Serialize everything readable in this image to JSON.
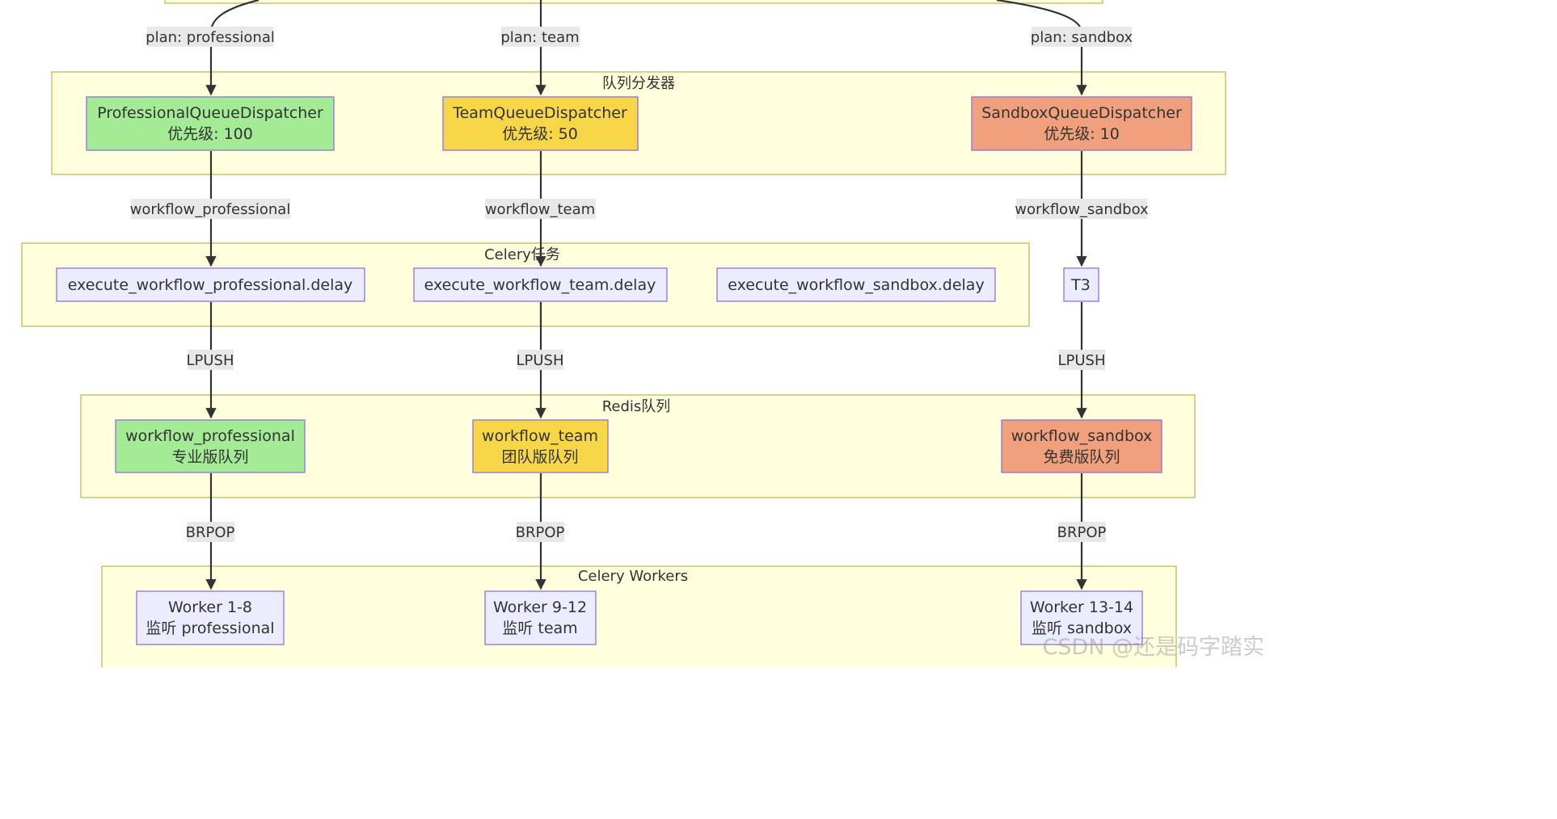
{
  "colors": {
    "cluster_fill": "#ffffde",
    "cluster_stroke": "#aaaa33",
    "node_border": "#9370db",
    "node_default": "#ececff",
    "professional": "#a3eb95",
    "team": "#f7d647",
    "sandbox": "#f0a07c",
    "edge": "#333333",
    "edge_label_bg": "#e8e8e8"
  },
  "clusters": {
    "dispatchers": "队列分发器",
    "celery_tasks": "Celery任务",
    "redis_queues": "Redis队列",
    "workers": "Celery Workers"
  },
  "nodes": {
    "professional_dispatcher": {
      "line1": "ProfessionalQueueDispatcher",
      "line2": "优先级: 100"
    },
    "team_dispatcher": {
      "line1": "TeamQueueDispatcher",
      "line2": "优先级: 50"
    },
    "sandbox_dispatcher": {
      "line1": "SandboxQueueDispatcher",
      "line2": "优先级: 10"
    },
    "task_professional": {
      "line1": "execute_workflow_professional.delay"
    },
    "task_team": {
      "line1": "execute_workflow_team.delay"
    },
    "task_sandbox": {
      "line1": "execute_workflow_sandbox.delay"
    },
    "t3": {
      "line1": "T3"
    },
    "queue_professional": {
      "line1": "workflow_professional",
      "line2": "专业版队列"
    },
    "queue_team": {
      "line1": "workflow_team",
      "line2": "团队版队列"
    },
    "queue_sandbox": {
      "line1": "workflow_sandbox",
      "line2": "免费版队列"
    },
    "worker_professional": {
      "line1": "Worker 1-8",
      "line2": "监听 professional"
    },
    "worker_team": {
      "line1": "Worker 9-12",
      "line2": "监听 team"
    },
    "worker_sandbox": {
      "line1": "Worker 13-14",
      "line2": "监听 sandbox"
    }
  },
  "edges": {
    "plan_professional": "plan: professional",
    "plan_team": "plan: team",
    "plan_sandbox": "plan: sandbox",
    "route_professional": "workflow_professional",
    "route_team": "workflow_team",
    "route_sandbox": "workflow_sandbox",
    "lpush_professional": "LPUSH",
    "lpush_team": "LPUSH",
    "lpush_sandbox": "LPUSH",
    "brpop_professional": "BRPOP",
    "brpop_team": "BRPOP",
    "brpop_sandbox": "BRPOP"
  },
  "watermark": "CSDN @还是码字踏实"
}
